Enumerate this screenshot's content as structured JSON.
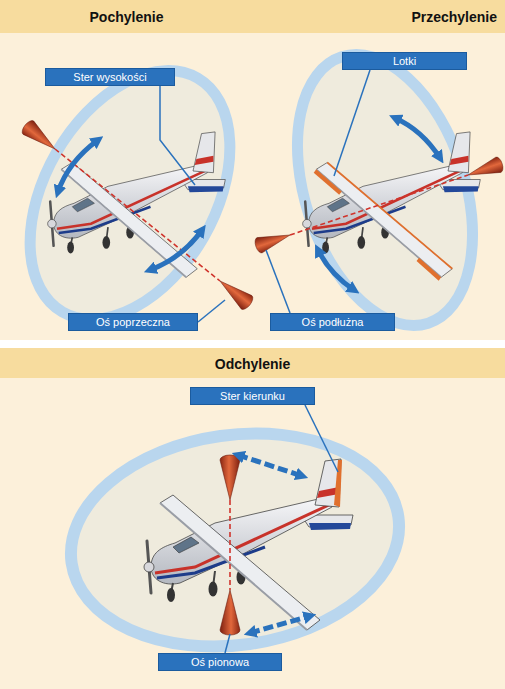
{
  "diagram": {
    "nodes": [
      {
        "text": [
          "Pochylenie"
        ]
      },
      {
        "text": [
          "Ster wysokości"
        ],
        "in": 0
      },
      {
        "text": [
          "Oś poprzeczna"
        ],
        "in": 0
      },
      {
        "text": [
          "Przechylenie"
        ]
      },
      {
        "text": [
          "Lotki"
        ],
        "in": 3
      },
      {
        "text": [
          "Oś podłużna"
        ],
        "in": 3
      },
      {
        "text": [
          "Odchylenie"
        ]
      },
      {
        "text": [
          "Ster kierunku"
        ],
        "in": 6
      },
      {
        "text": [
          "Oś pionowa"
        ],
        "in": 6
      }
    ],
    "edges": []
  }
}
